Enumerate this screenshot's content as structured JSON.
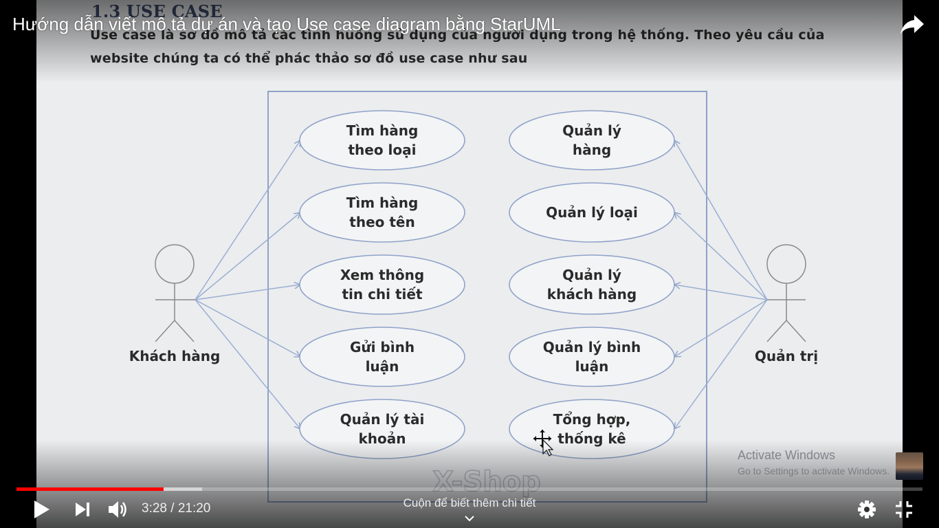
{
  "video": {
    "title": "Hướng dẫn viết mô tả dự án và tạo Use case diagram bằng StarUML",
    "current_time": "3:28",
    "time_separator": " / ",
    "duration": "21:20",
    "progress_fraction": 0.1625,
    "buffered_fraction": 0.205,
    "scroll_hint": "Cuộn để biết thêm chi tiết",
    "accent_color": "#ff0000"
  },
  "slide": {
    "section_heading": "1.3   USE CASE",
    "paragraph_line_1": "Use case là sơ đồ mô tả các tình huống sử dụng của người dụng trong hệ thống. Theo yêu cầu của",
    "paragraph_line_2": "website chúng ta có thể phác thảo sơ đồ use case như sau",
    "actor_left": "Khách hàng",
    "actor_right": "Quản trị",
    "watermark": "X-Shop",
    "use_cases_left": [
      [
        "Tìm hàng",
        "theo loại"
      ],
      [
        "Tìm hàng",
        "theo tên"
      ],
      [
        "Xem thông",
        "tin chi tiết"
      ],
      [
        "Gửi bình",
        "luận"
      ],
      [
        "Quản lý tài",
        "khoản"
      ]
    ],
    "use_cases_right": [
      [
        "Quản lý",
        "hàng"
      ],
      [
        "Quản lý loại"
      ],
      [
        "Quản lý",
        "khách hàng"
      ],
      [
        "Quản lý bình",
        "luận"
      ],
      [
        "Tổng hợp,",
        "thống kê"
      ]
    ]
  },
  "windows_watermark": {
    "title": "Activate Windows",
    "subtitle": "Go to Settings to activate Windows."
  },
  "icons": {
    "share": "share-arrow-icon",
    "play": "play-icon",
    "next": "next-icon",
    "volume": "volume-icon",
    "settings": "gear-icon",
    "fullscreen_exit": "exit-fullscreen-icon",
    "chevron": "chevron-down-icon"
  }
}
